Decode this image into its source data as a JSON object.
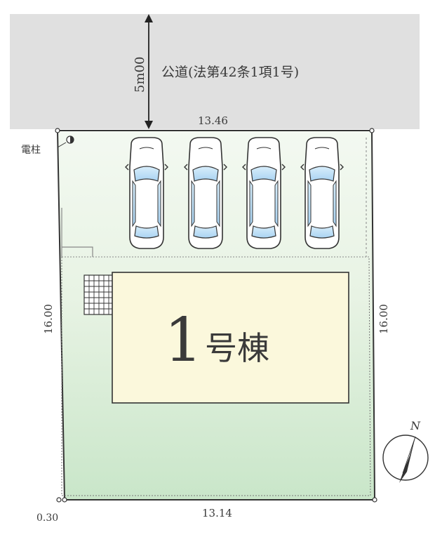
{
  "road": {
    "label": "公道(法第42条1項1号)",
    "width_label": "5m00"
  },
  "lot": {
    "top_length": "13.46",
    "bottom_length": "13.14",
    "left_depth": "16.00",
    "right_depth": "16.00",
    "corner_offset": "0.30"
  },
  "utility_pole_label": "電柱",
  "building": {
    "number": "1",
    "suffix": "号棟"
  },
  "north_label": "N",
  "parking": {
    "car_count": 4
  },
  "colors": {
    "road": "#e0e0e0",
    "lot_top": "#f3f8f0",
    "lot_bottom": "#cfe8cf",
    "building": "#fbf8dc",
    "car_glass": "#bfe0f6"
  }
}
